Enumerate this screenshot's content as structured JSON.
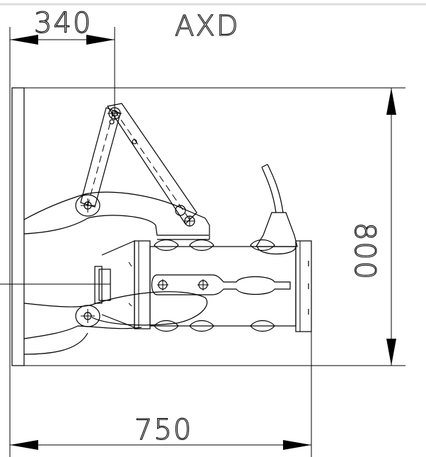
{
  "drawing": {
    "title": "AXD",
    "dimensions": {
      "offset": "340",
      "height": "800",
      "width": "750"
    }
  }
}
